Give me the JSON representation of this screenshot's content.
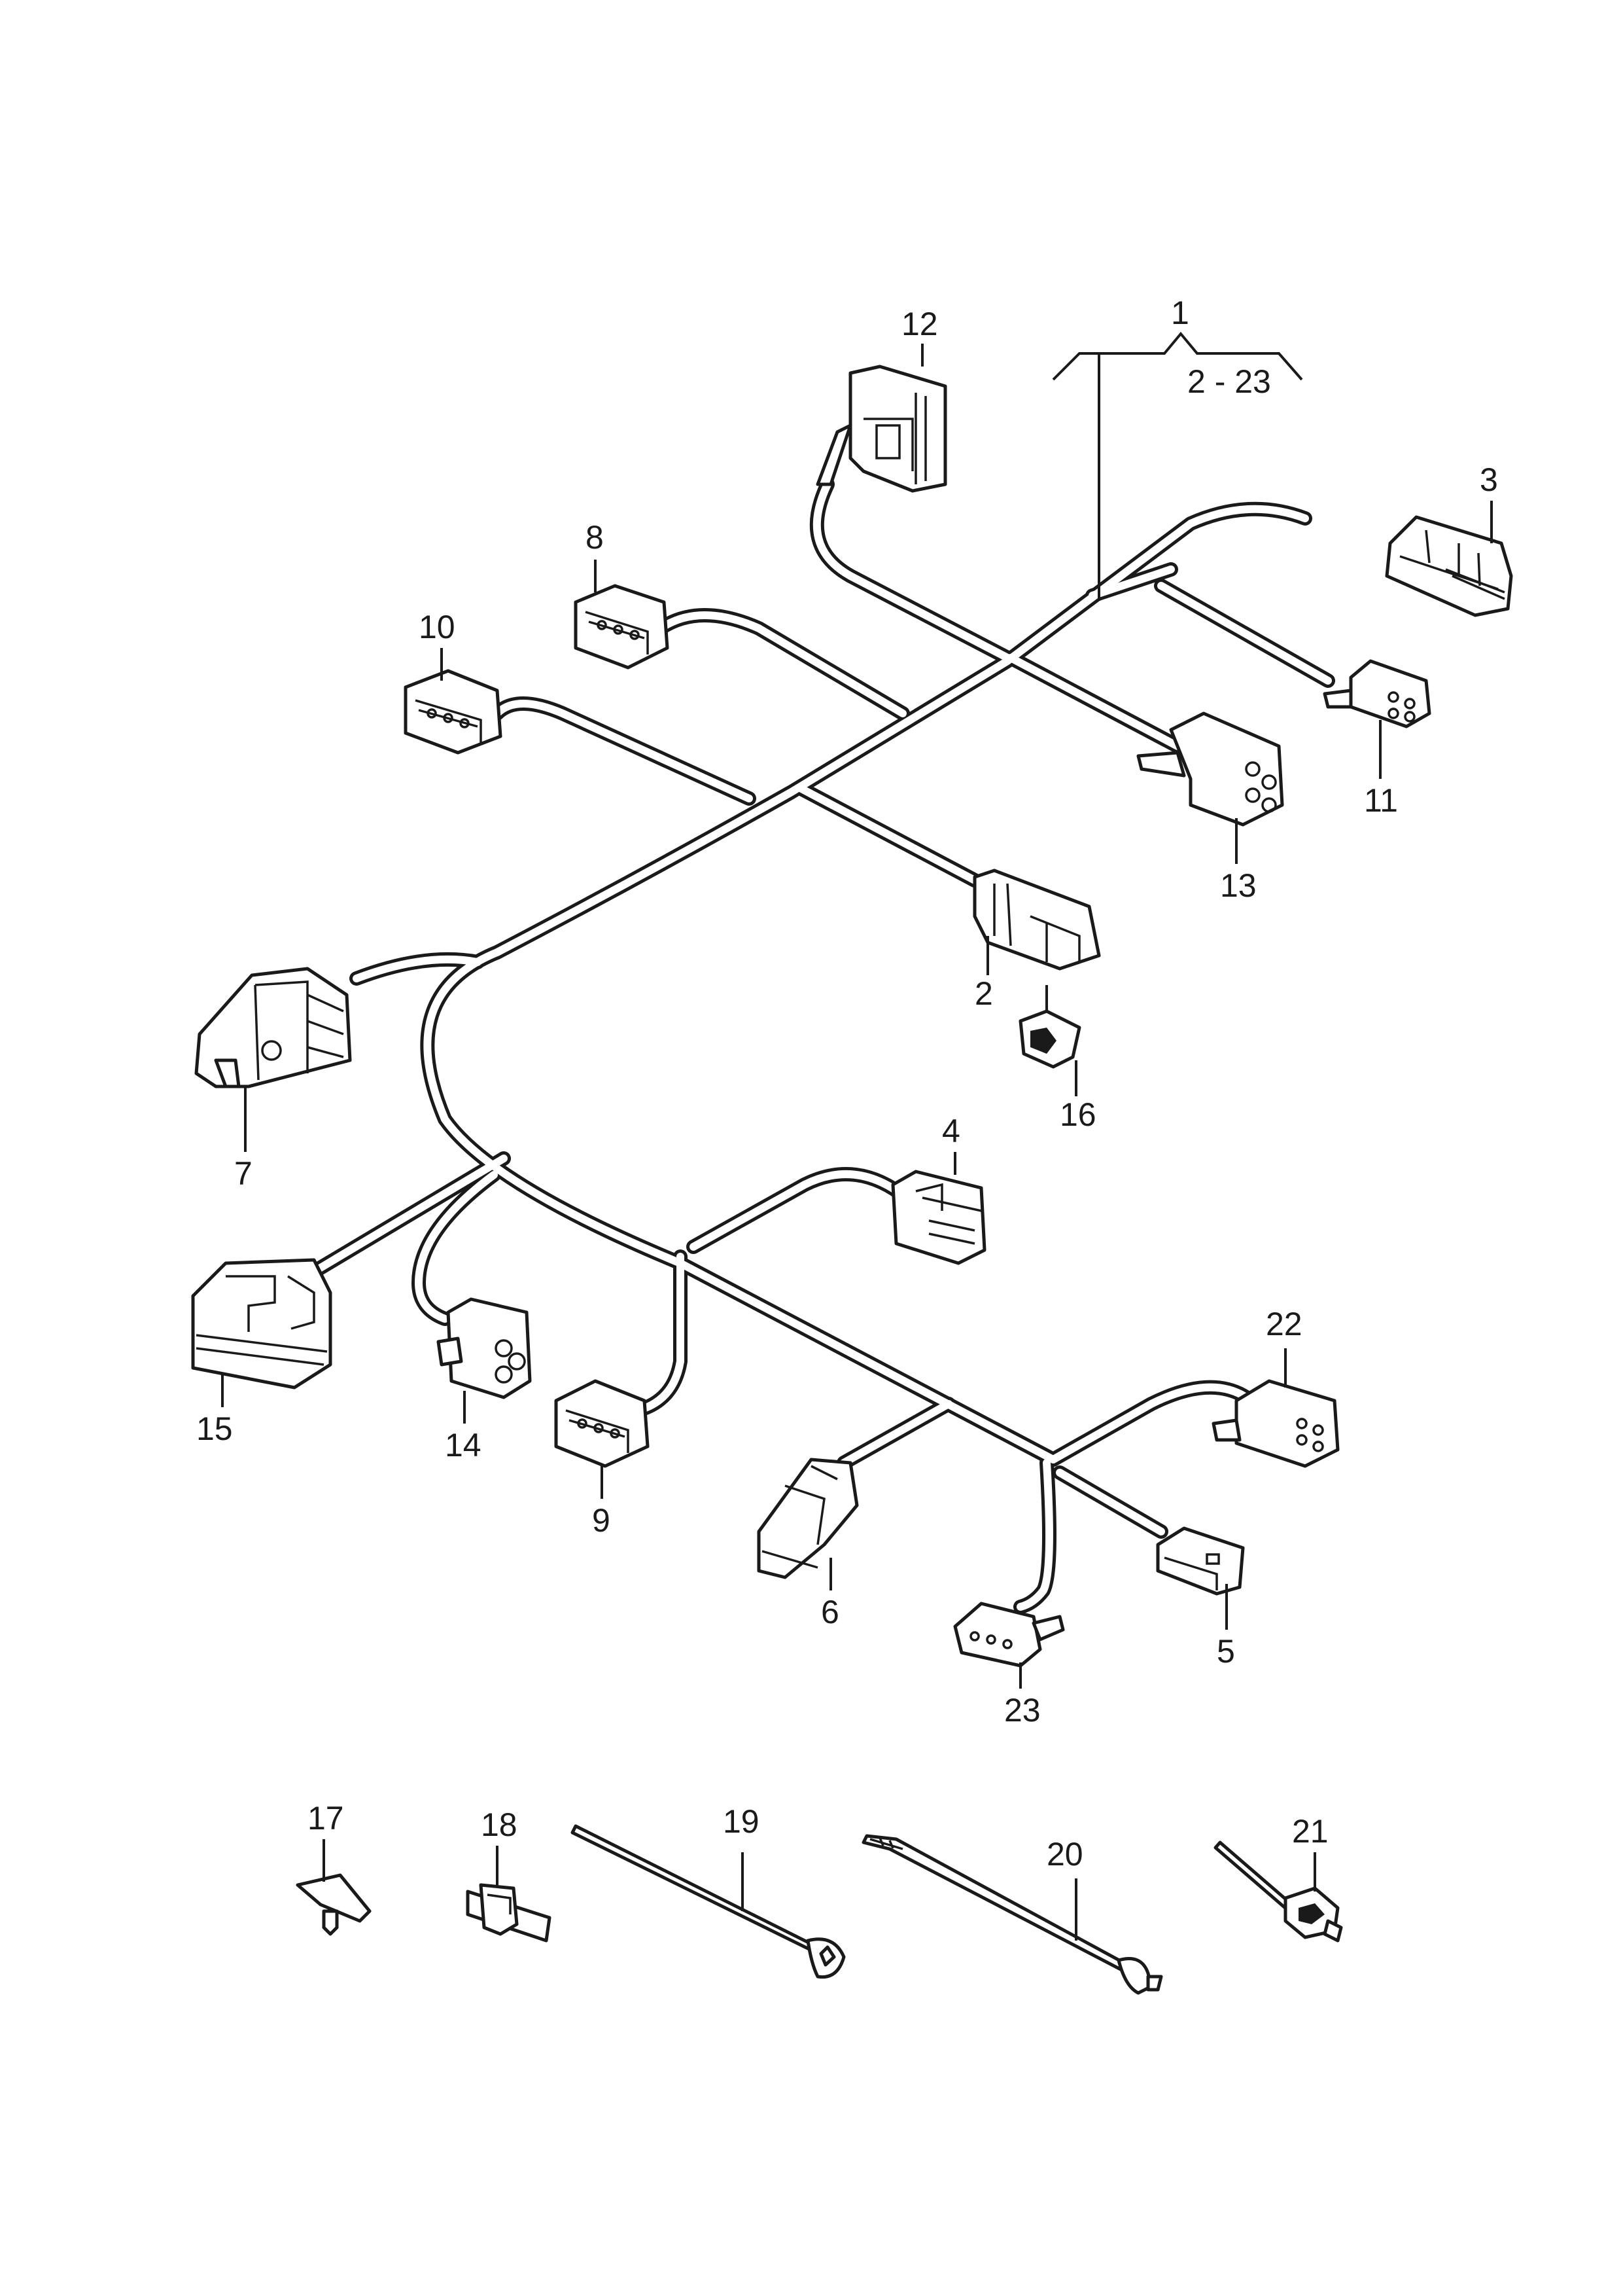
{
  "callouts": {
    "c1": "1",
    "range": "2 - 23",
    "c2": "2",
    "c3": "3",
    "c4": "4",
    "c5": "5",
    "c6": "6",
    "c7": "7",
    "c8": "8",
    "c9": "9",
    "c10": "10",
    "c11": "11",
    "c12": "12",
    "c13": "13",
    "c14": "14",
    "c15": "15",
    "c16": "16",
    "c17": "17",
    "c18": "18",
    "c19": "19",
    "c20": "20",
    "c21": "21",
    "c22": "22",
    "c23": "23"
  },
  "icons": {
    "harness": "wiring-harness-icon",
    "connector": "connector-icon",
    "clip": "clip-icon",
    "cable_tie": "cable-tie-icon"
  }
}
